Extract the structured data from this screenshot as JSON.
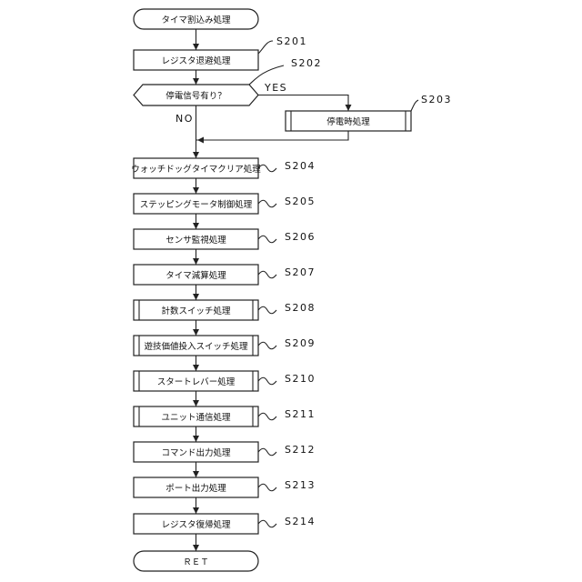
{
  "flowchart": {
    "start": {
      "label": "タイマ割込み処理"
    },
    "end": {
      "label": "ＲＥＴ"
    },
    "decision": {
      "label": "停電信号有り？",
      "step": "S202",
      "yes_label": "YES",
      "no_label": "NO"
    },
    "s203": {
      "label": "停電時処理",
      "step": "S203",
      "subroutine": true
    },
    "steps": [
      {
        "id": "S201",
        "label": "レジスタ退避処理",
        "subroutine": false
      },
      {
        "id": "S204",
        "label": "ウォッチドッグタイマクリア処理",
        "subroutine": false
      },
      {
        "id": "S205",
        "label": "ステッピングモータ制御処理",
        "subroutine": false
      },
      {
        "id": "S206",
        "label": "センサ監視処理",
        "subroutine": false
      },
      {
        "id": "S207",
        "label": "タイマ減算処理",
        "subroutine": false
      },
      {
        "id": "S208",
        "label": "計数スイッチ処理",
        "subroutine": true
      },
      {
        "id": "S209",
        "label": "遊技価値投入スイッチ処理",
        "subroutine": true
      },
      {
        "id": "S210",
        "label": "スタートレバー処理",
        "subroutine": true
      },
      {
        "id": "S211",
        "label": "ユニット通信処理",
        "subroutine": true
      },
      {
        "id": "S212",
        "label": "コマンド出力処理",
        "subroutine": false
      },
      {
        "id": "S213",
        "label": "ポート出力処理",
        "subroutine": false
      },
      {
        "id": "S214",
        "label": "レジスタ復帰処理",
        "subroutine": false
      }
    ]
  }
}
